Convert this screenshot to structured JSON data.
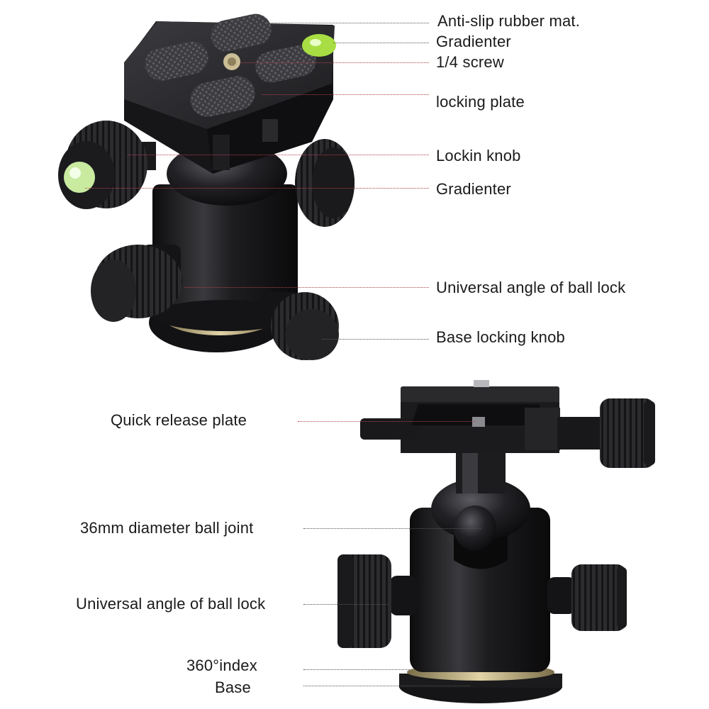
{
  "top_callouts": [
    "Anti-slip rubber mat.",
    "Gradienter",
    "1/4 screw",
    "locking plate",
    "Lockin knob",
    "Gradienter",
    "Universal angle of ball lock",
    "Base locking knob"
  ],
  "bottom_callouts": [
    "Quick release plate",
    "36mm diameter ball joint",
    "Universal angle of ball lock",
    "360°index",
    "Base"
  ],
  "palette": {
    "metal": "#1b1b1d",
    "metal_light": "#3a3a3e",
    "rubber": "#2a2a2c",
    "brass": "#c8b98c",
    "bubble": "#9fdc3c",
    "leader": "#555555",
    "leader_red": "#b0404a"
  }
}
